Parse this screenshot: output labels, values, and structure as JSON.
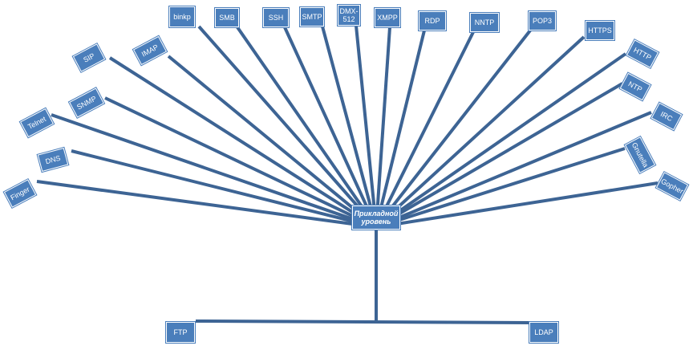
{
  "diagram": {
    "center": {
      "id": "app",
      "label": "Прикладной\nуровень"
    },
    "top_protocols": [
      {
        "id": "finger",
        "label": "Finger"
      },
      {
        "id": "dns",
        "label": "DNS"
      },
      {
        "id": "telnet",
        "label": "Telnet"
      },
      {
        "id": "snmp",
        "label": "SNMP"
      },
      {
        "id": "sip",
        "label": "SIP"
      },
      {
        "id": "imap",
        "label": "IMAP"
      },
      {
        "id": "binkp",
        "label": "binkp"
      },
      {
        "id": "smb",
        "label": "SMB"
      },
      {
        "id": "ssh",
        "label": "SSH"
      },
      {
        "id": "smtp",
        "label": "SMTP"
      },
      {
        "id": "dmx",
        "label": "DMX-\n512"
      },
      {
        "id": "xmpp",
        "label": "XMPP"
      },
      {
        "id": "rdp",
        "label": "RDP"
      },
      {
        "id": "nntp",
        "label": "NNTP"
      },
      {
        "id": "pop3",
        "label": "POP3"
      },
      {
        "id": "https",
        "label": "HTTPS"
      },
      {
        "id": "http",
        "label": "HTTP"
      },
      {
        "id": "ntp",
        "label": "NTP"
      },
      {
        "id": "irc",
        "label": "IRC"
      },
      {
        "id": "gnutella",
        "label": "Gnutella"
      },
      {
        "id": "gopher",
        "label": "Gopher"
      }
    ],
    "bottom_protocols": [
      {
        "id": "ftp",
        "label": "FTP"
      },
      {
        "id": "ldap",
        "label": "LDAP"
      }
    ],
    "colors": {
      "node_fill": "#4a7ebb",
      "connector": "#3d6494",
      "text": "#ffffff"
    }
  }
}
